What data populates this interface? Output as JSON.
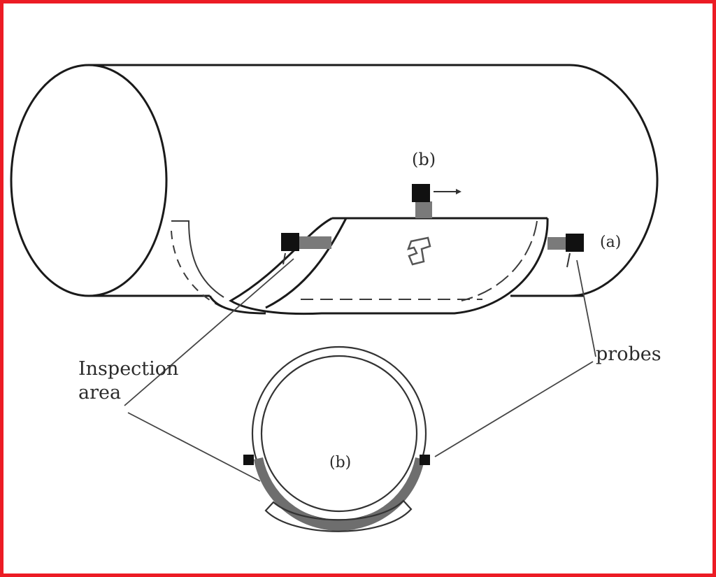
{
  "labels": {
    "b_top": "(b)",
    "a_side": "(a)",
    "inspection_line1": "Inspection",
    "inspection_line2": "area",
    "probes": "probes",
    "b_cross_section": "(b)"
  },
  "colors": {
    "frame": "#ec1c24",
    "ink": "#1a1a1a",
    "probe": "#111111",
    "probe_arm": "#7a7a7a",
    "inspection_band": "#6e6e6e"
  },
  "icons": {
    "motion_arrow": "arrow-right",
    "defect_symbol": "flaw-marker"
  }
}
